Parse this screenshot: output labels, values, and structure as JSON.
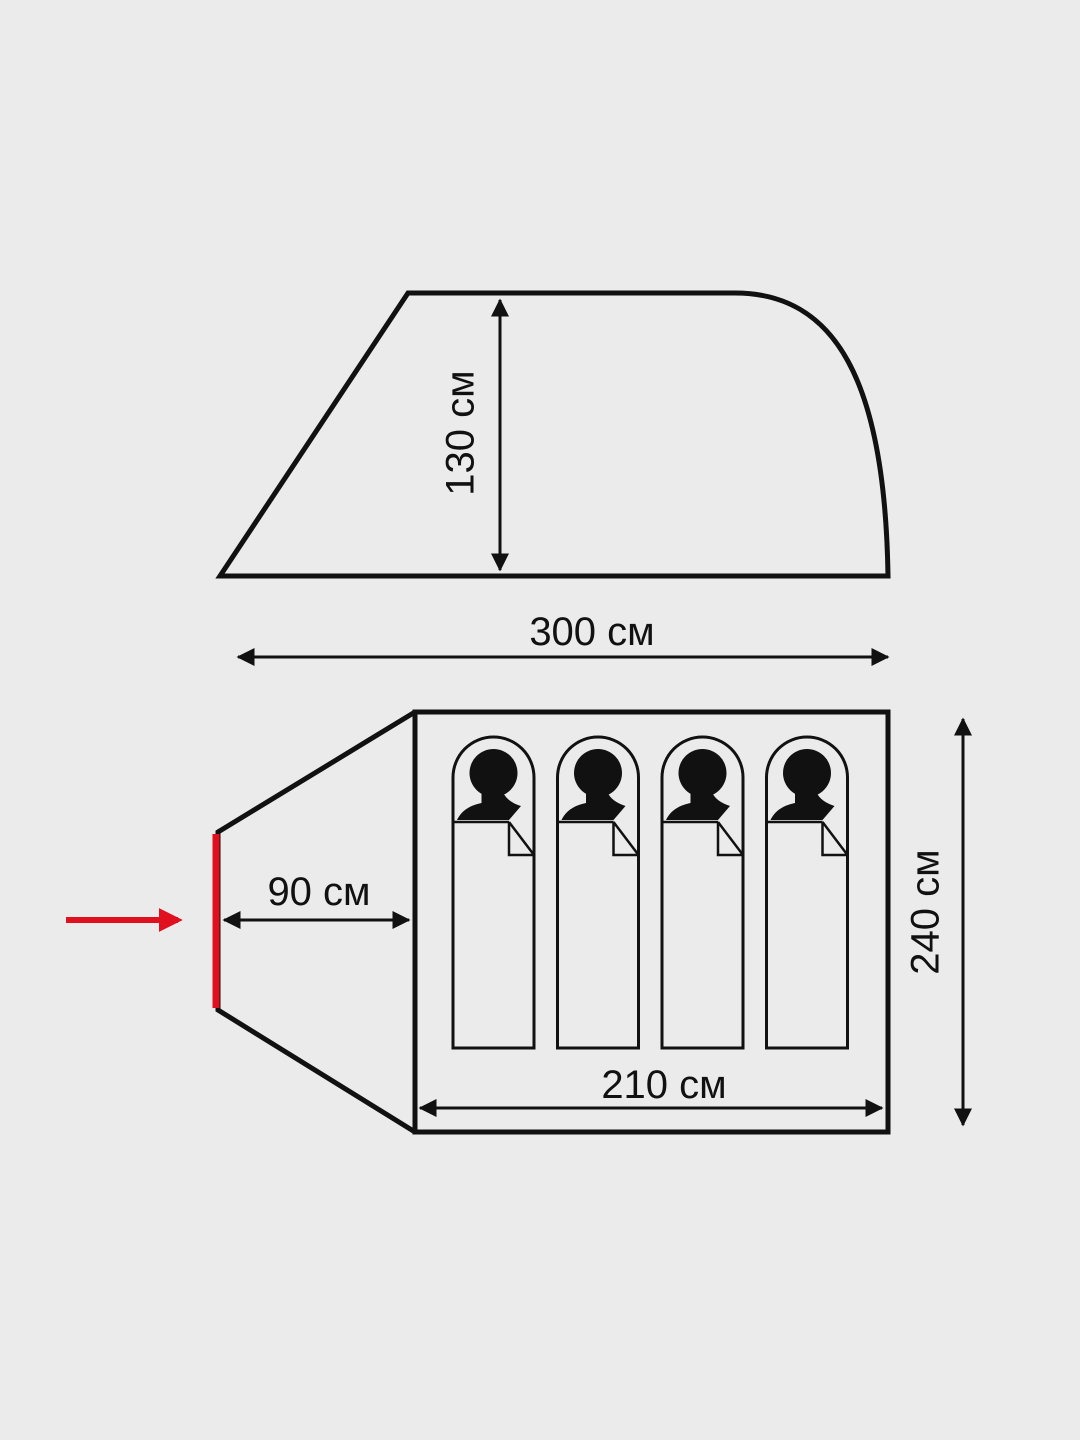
{
  "colors": {
    "background": "#ebebeb",
    "outline": "#111111",
    "entrance": "#e0101e"
  },
  "dimensions": {
    "height": "130 см",
    "length": "300 см",
    "vestibule_depth": "90 см",
    "width": "240 см",
    "inner_length": "210 см"
  },
  "icons": {
    "entrance_arrow": "entrance-arrow-icon",
    "sleeper": "person-in-sleeping-bag-icon"
  },
  "sleeping_places": 4
}
